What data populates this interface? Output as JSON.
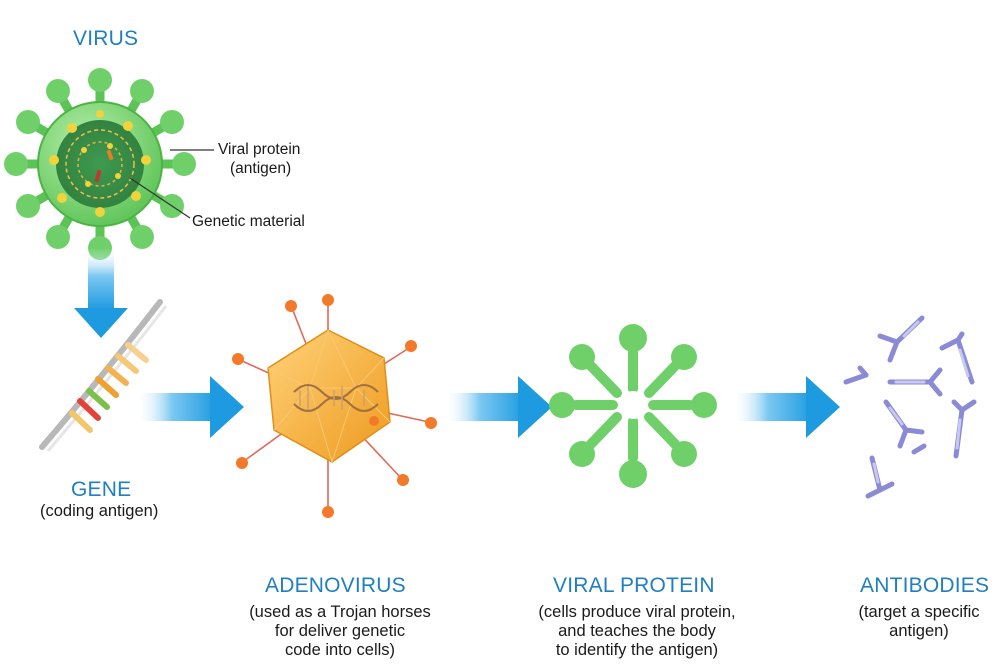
{
  "virus": {
    "title": "VIRUS",
    "label_protein_1": "Viral protein",
    "label_protein_2": "(antigen)",
    "label_genetic": "Genetic material"
  },
  "gene": {
    "title": "GENE",
    "caption": "(coding antigen)"
  },
  "adenovirus": {
    "title": "ADENOVIRUS",
    "caption_1": "(used as a Trojan horses",
    "caption_2": "for  deliver genetic",
    "caption_3": "code into cells)"
  },
  "viral_protein": {
    "title": "VIRAL PROTEIN",
    "caption_1": "(cells produce viral protein,",
    "caption_2": "and teaches the body",
    "caption_3": "to identify the antigen)"
  },
  "antibodies": {
    "title": "ANTIBODIES",
    "caption_1": "(target a specific",
    "caption_2": "antigen)"
  },
  "colors": {
    "title_blue": "#1f7fc0",
    "arrow_blue": "#2aa6e8",
    "virus_green": "#6fd06a",
    "capsid_orange": "#f5a623",
    "antibody_purple": "#8a8ad6"
  }
}
